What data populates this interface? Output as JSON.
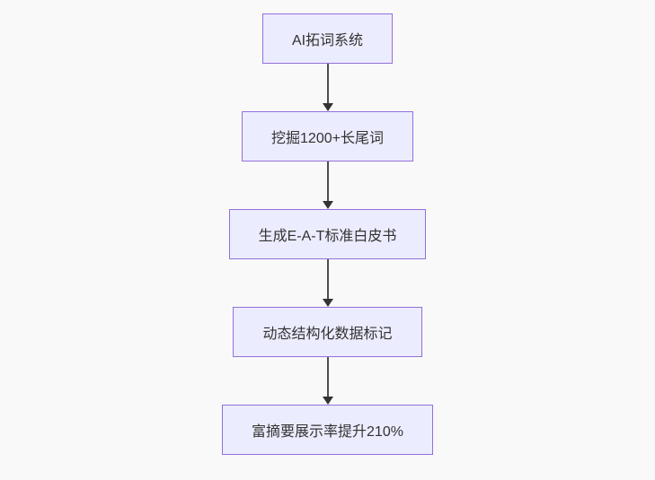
{
  "flowchart": {
    "type": "flowchart-top-down",
    "colors": {
      "background": "#f9f9f9",
      "node_fill": "#ECECFF",
      "node_border": "#9370DB",
      "node_text": "#333333",
      "arrow": "#333333"
    },
    "nodes": [
      {
        "label": "AI拓词系统"
      },
      {
        "label": "挖掘1200+长尾词"
      },
      {
        "label": "生成E-A-T标准白皮书"
      },
      {
        "label": "动态结构化数据标记"
      },
      {
        "label": "富摘要展示率提升210%"
      }
    ],
    "edges": [
      {
        "from": "AI拓词系统",
        "to": "挖掘1200+长尾词"
      },
      {
        "from": "挖掘1200+长尾词",
        "to": "生成E-A-T标准白皮书"
      },
      {
        "from": "生成E-A-T标准白皮书",
        "to": "动态结构化数据标记"
      },
      {
        "from": "动态结构化数据标记",
        "to": "富摘要展示率提升210%"
      }
    ]
  }
}
